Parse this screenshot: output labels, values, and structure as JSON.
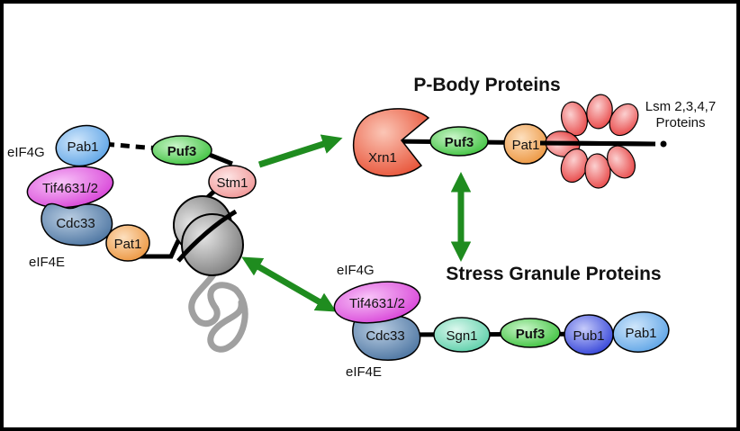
{
  "headings": {
    "p_body": "P-Body Proteins",
    "stress_granule": "Stress Granule Proteins"
  },
  "left_complex": {
    "eif4g_label": "eIF4G",
    "eif4e_label": "eIF4E",
    "pab1": "Pab1",
    "puf3": "Puf3",
    "tif4631": "Tif4631/2",
    "cdc33": "Cdc33",
    "pat1": "Pat1",
    "stm1": "Stm1"
  },
  "p_body_complex": {
    "xrn1": "Xrn1",
    "puf3": "Puf3",
    "pat1": "Pat1",
    "lsm_line1": "Lsm 2,3,4,7",
    "lsm_line2": "Proteins"
  },
  "stress_complex": {
    "eif4g_label": "eIF4G",
    "eif4e_label": "eIF4E",
    "tif4631": "Tif4631/2",
    "cdc33": "Cdc33",
    "sgn1": "Sgn1",
    "puf3": "Puf3",
    "pub1": "Pub1",
    "pab1": "Pab1"
  },
  "colors": {
    "arrow": "#1f8c1f",
    "pab1": "#6fb2ef",
    "puf3": "#5ad45a",
    "tif4631": "#e25ae2",
    "cdc33": "#5f86b0",
    "pat1": "#f2a65a",
    "stm1": "#f4a9a9",
    "xrn1": "#ee6a4e",
    "lsm": "#ee5a5a",
    "sgn1": "#6ed9b8",
    "pub1": "#3f4fe0",
    "ribosome": "#8f8f8f",
    "mrna_loop": "#a0a0a0"
  }
}
